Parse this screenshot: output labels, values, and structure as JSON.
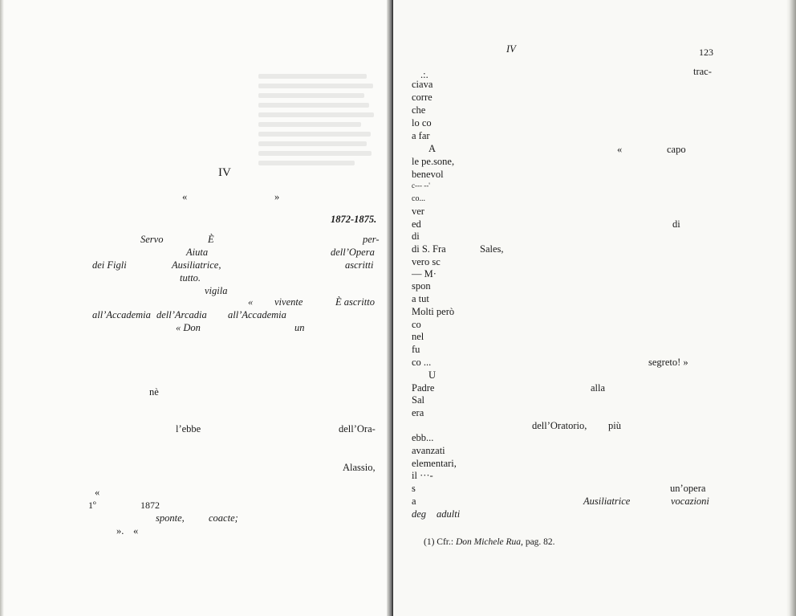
{
  "left_page": {
    "chapter": "IV",
    "quote_open_1": "«",
    "quote_close_1": "»",
    "years": "1872-1875.",
    "w_servo": "Servo",
    "w_e_cap": "È",
    "w_per": "per-",
    "w_aiuta": "Aiuta",
    "w_dellopera": "dell’Opera",
    "w_deifigli": "dei Figli",
    "w_ausiliatrice": "Ausiliatrice,",
    "w_ascritti": "ascritti",
    "w_tutto": "tutto.",
    "w_vigila": "vigila",
    "w_quote2": "«",
    "w_vivente": "vivente",
    "w_e_ascritto": "È ascritto",
    "w_allaccademia": "all’Accademia",
    "w_dellarcadia": "dell’Arcadia",
    "w_allaccademia2": "all’Accademia",
    "w_don": "« Don",
    "w_un": "un",
    "w_ne": "nè",
    "w_lebbe": "l’ebbe",
    "w_dellora": "dell’Ora-",
    "w_alassio": "Alassio,",
    "w_quote3": "«",
    "w_1o": "1º",
    "w_1872": "1872",
    "w_sponte": "sponte,",
    "w_coacte": "coacte;",
    "w_closequote": "».",
    "w_quote4": "«"
  },
  "right_page": {
    "running_head": "IV",
    "page_number": "123",
    "lines": [
      ".:.",
      "ciava",
      "corre",
      "che",
      "lo co",
      "a far",
      "A",
      "le pe.sone,",
      "benevol",
      "c--- --'",
      "co...",
      "ver",
      "ed",
      "di",
      "di S. Fra",
      "vero sc",
      "— M·",
      "spon",
      "a tut",
      "Molti però",
      "co",
      "nel",
      "fu",
      "co ...",
      "U",
      "Padre",
      "Sal",
      "era",
      "ebb...",
      "avanzati",
      "elementari,",
      "il ···-",
      "s",
      "a",
      "deg",
      "adulti"
    ],
    "w_trac": "trac-",
    "w_quote": "«",
    "w_capo": "capo",
    "w_di": "di",
    "w_sales": "Sales,",
    "w_segreto": "segreto! »",
    "w_alla": "alla",
    "w_delloratorio": "dell’Oratorio,",
    "w_piu": "più",
    "w_unopera": "un’opera",
    "w_ausiliatrice": "Ausiliatrice",
    "w_vocazioni": "vocazioni",
    "footnote_prefix": "(1) Cfr.:",
    "footnote_title": "Don Michele Rua,",
    "footnote_suffix": "pag. 82."
  }
}
